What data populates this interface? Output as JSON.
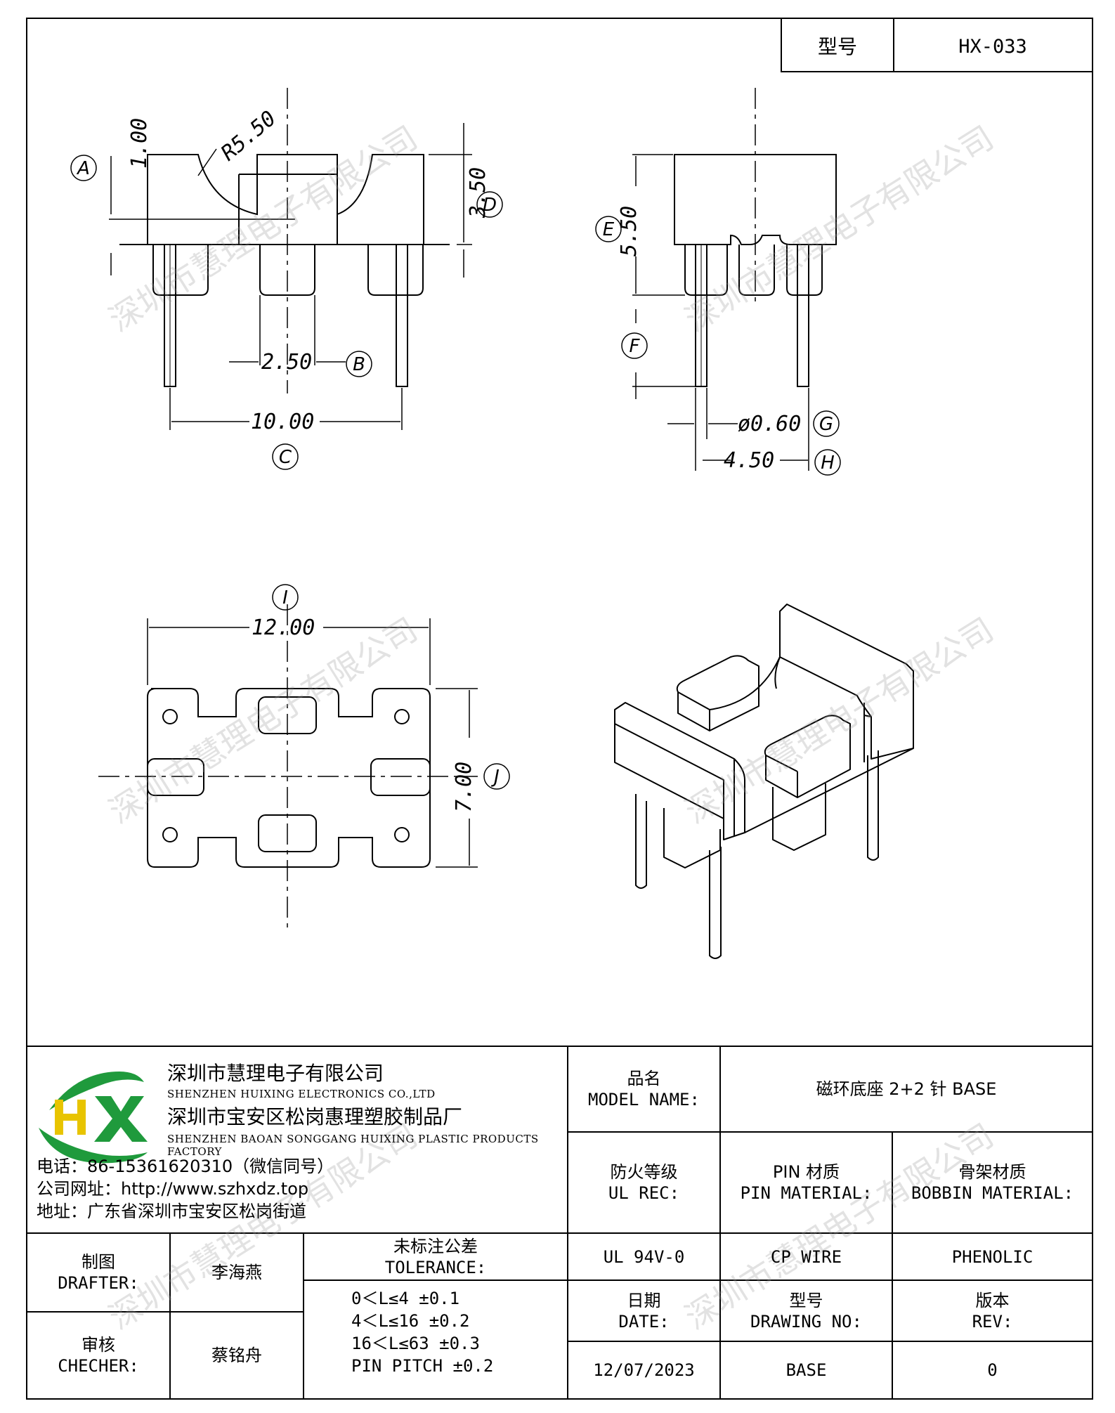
{
  "header": {
    "type_label": "型号",
    "type_value": "HX-033"
  },
  "drawing": {
    "dims": {
      "r": "R5.50",
      "a": "1.00",
      "d": "3.50",
      "b": "2.50",
      "c": "10.00",
      "e": "5.50",
      "g": "ø0.60",
      "h": "4.50",
      "i": "12.00",
      "j": "7.00"
    },
    "markers": [
      "A",
      "B",
      "C",
      "D",
      "E",
      "F",
      "G",
      "H",
      "I",
      "J"
    ]
  },
  "watermark": "深圳市慧理电子有限公司",
  "company": {
    "name_cn": "深圳市慧理电子有限公司",
    "name_en": "SHENZHEN HUIXING ELECTRONICS CO.,LTD",
    "factory_cn": "深圳市宝安区松岗惠理塑胶制品厂",
    "factory_en": "SHENZHEN BAOAN SONGGANG HUIXING PLASTIC PRODUCTS FACTORY",
    "phone": "电话：86-15361620310（微信同号）",
    "website": "公司网址：http://www.szhxdz.top",
    "address": "地址：广东省深圳市宝安区松岗街道",
    "logo_text": "HX",
    "logo_colors": {
      "green": "#1f9a3c",
      "yellow": "#e8c400"
    }
  },
  "title_block": {
    "model_name_cn": "品名",
    "model_name_en": "MODEL NAME:",
    "model_name_value": "磁环底座 2+2 针 BASE",
    "ul_cn": "防火等级",
    "ul_en": "UL REC:",
    "pin_cn": "PIN 材质",
    "pin_en": "PIN MATERIAL:",
    "bobbin_cn": "骨架材质",
    "bobbin_en": "BOBBIN MATERIAL:",
    "ul_value": "UL 94V-0",
    "pin_value": "CP WIRE",
    "bobbin_value": "PHENOLIC",
    "drafter_cn": "制图",
    "drafter_en": "DRAFTER:",
    "drafter_name": "李海燕",
    "checker_cn": "审核",
    "checker_en": "CHECHER:",
    "checker_name": "蔡铭舟",
    "tolerance_cn": "未标注公差",
    "tolerance_en": "TOLERANCE:",
    "tolerances": [
      "0＜L≤4  ±0.1",
      "4＜L≤16 ±0.2",
      "16＜L≤63 ±0.3",
      "PIN PITCH ±0.2"
    ],
    "date_cn": "日期",
    "date_en": "DATE:",
    "date_value": "12/07/2023",
    "drawing_no_cn": "型号",
    "drawing_no_en": "DRAWING NO:",
    "drawing_no_value": "BASE",
    "rev_cn": "版本",
    "rev_en": "REV:",
    "rev_value": "0"
  }
}
